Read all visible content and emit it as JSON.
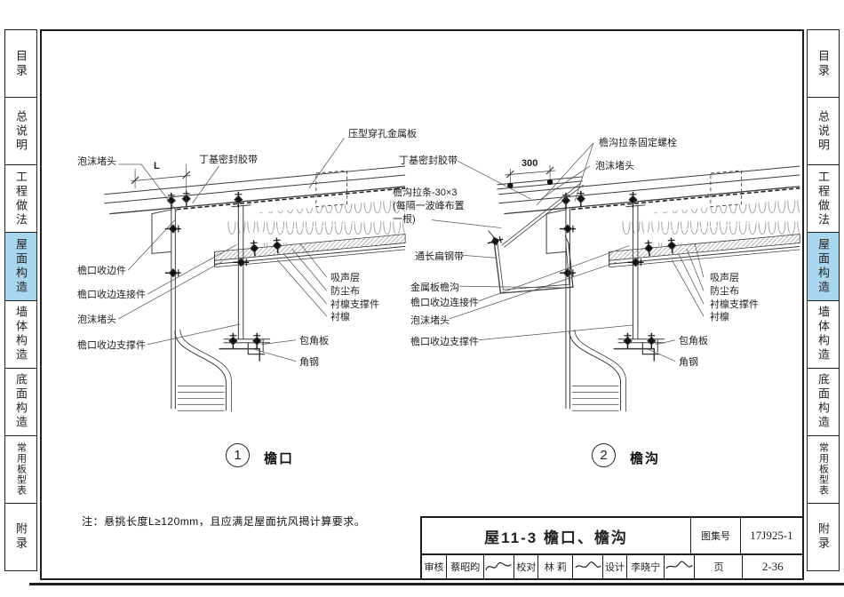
{
  "page": {
    "bg_color": "#ffffff",
    "line_color": "#3a3a3a",
    "accent_color": "#a9d7ef"
  },
  "tabs": [
    "目录",
    "总说明",
    "工程做法",
    "屋面构造",
    "墙体构造",
    "底面构造",
    "常用板型表",
    "附录"
  ],
  "active_tab": "屋面构造",
  "d1": {
    "num": "1",
    "caption": "檐口",
    "foam_top": "泡沫堵头",
    "dim_l": "L",
    "butyl": "丁基密封胶带",
    "perf": "压型穿孔金属板",
    "trim": "檐口收边件",
    "conn": "檐口收边连接件",
    "foam": "泡沫堵头",
    "support": "檐口收边支撑件",
    "absorb": "吸声层",
    "dust": "防尘布",
    "liner_sup": "衬檩支撑件",
    "liner": "衬檩",
    "corner": "包角板",
    "angle": "角钢"
  },
  "d2": {
    "num": "2",
    "caption": "檐沟",
    "butyl": "丁基密封胶带",
    "bolt": "檐沟拉条固定螺栓",
    "dim": "300",
    "foam_top": "泡沫堵头",
    "tie1": "檐沟拉条-30×3",
    "tie2": "(每隔一波峰布置",
    "tie3": "一根)",
    "flat": "通长扁钢带",
    "gutter": "金属板檐沟",
    "conn": "檐口收边连接件",
    "foam": "泡沫堵头",
    "support": "檐口收边支撑件",
    "absorb": "吸声层",
    "dust": "防尘布",
    "liner_sup": "衬檩支撑件",
    "liner": "衬檩",
    "corner": "包角板",
    "angle": "角钢"
  },
  "note": "注：悬挑长度L≥120mm，且应满足屋面抗风揭计算要求。",
  "titleblock": {
    "title": "屋11-3  檐口、檐沟",
    "atlas_label": "图集号",
    "atlas_no": "17J925-1",
    "page_label": "页",
    "page_no": "2-36",
    "reviewer_label": "审核",
    "reviewer": "蔡昭昀",
    "checker_label": "校对",
    "checker": "林 莉",
    "designer_label": "设计",
    "designer": "李晓宁"
  }
}
